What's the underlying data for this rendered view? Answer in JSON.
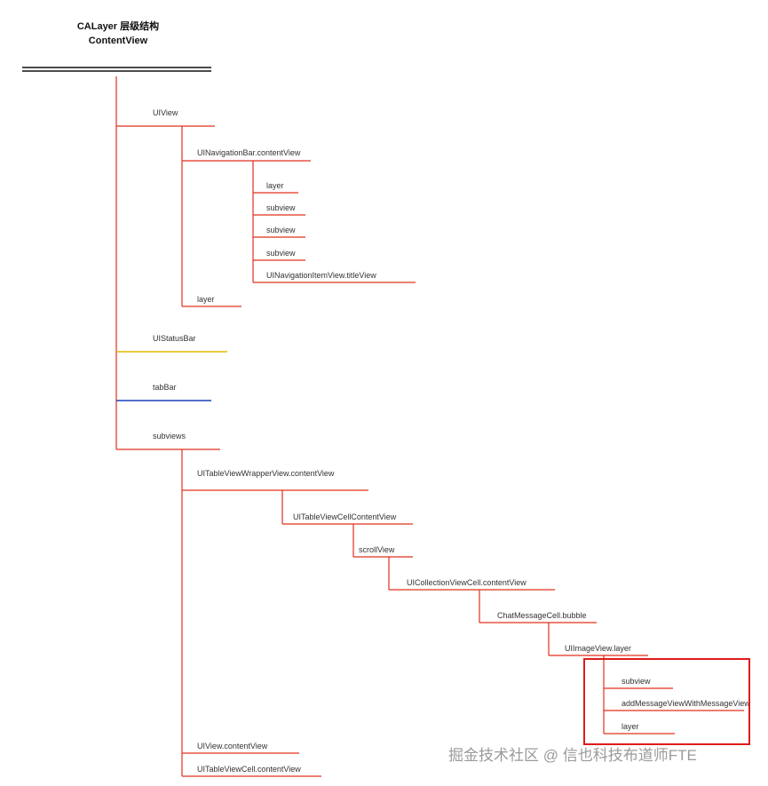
{
  "root": {
    "line1": "CALayer 层级结构",
    "line2": "ContentView"
  },
  "nodes": [
    {
      "id": "n1",
      "label": "UIView",
      "color": "red"
    },
    {
      "id": "n1a",
      "label": "UINavigationBar.contentView",
      "color": "red"
    },
    {
      "id": "n1a1",
      "label": "layer",
      "color": "red"
    },
    {
      "id": "n1a2",
      "label": "subview",
      "color": "red"
    },
    {
      "id": "n1a3",
      "label": "subview",
      "color": "red"
    },
    {
      "id": "n1a4",
      "label": "subview",
      "color": "red"
    },
    {
      "id": "n1a5",
      "label": "UINavigationItemView.titleView",
      "color": "red"
    },
    {
      "id": "n1b",
      "label": "layer",
      "color": "red"
    },
    {
      "id": "n2",
      "label": "UIStatusBar",
      "color": "gold"
    },
    {
      "id": "n3",
      "label": "tabBar",
      "color": "blue"
    },
    {
      "id": "n4",
      "label": "subviews",
      "color": "red"
    },
    {
      "id": "n4a",
      "label": "UITableViewWrapperView.contentView",
      "color": "red"
    },
    {
      "id": "n4b",
      "label": "UITableViewCellContentView",
      "color": "red"
    },
    {
      "id": "n4c",
      "label": "scrollView",
      "color": "red"
    },
    {
      "id": "n4d",
      "label": "UICollectionViewCell.contentView",
      "color": "red"
    },
    {
      "id": "n4e",
      "label": "ChatMessageCell.bubble",
      "color": "red"
    },
    {
      "id": "n4f",
      "label": "UIImageView.layer",
      "color": "red"
    },
    {
      "id": "n4g",
      "label": "subview",
      "color": "red"
    },
    {
      "id": "n4h",
      "label": "addMessageViewWithMessageView",
      "color": "red"
    },
    {
      "id": "n4i",
      "label": "layer",
      "color": "red"
    },
    {
      "id": "n4j",
      "label": "UIView.contentView",
      "color": "red"
    },
    {
      "id": "n4k",
      "label": "UITableViewCell.contentView",
      "color": "red"
    }
  ],
  "colors": {
    "red": "#e0301e",
    "gold": "#e6b800",
    "blue": "#1a3fb8",
    "ink": "#111111"
  },
  "watermark": "掘金技术社区 @ 信也科技布道师FTE"
}
